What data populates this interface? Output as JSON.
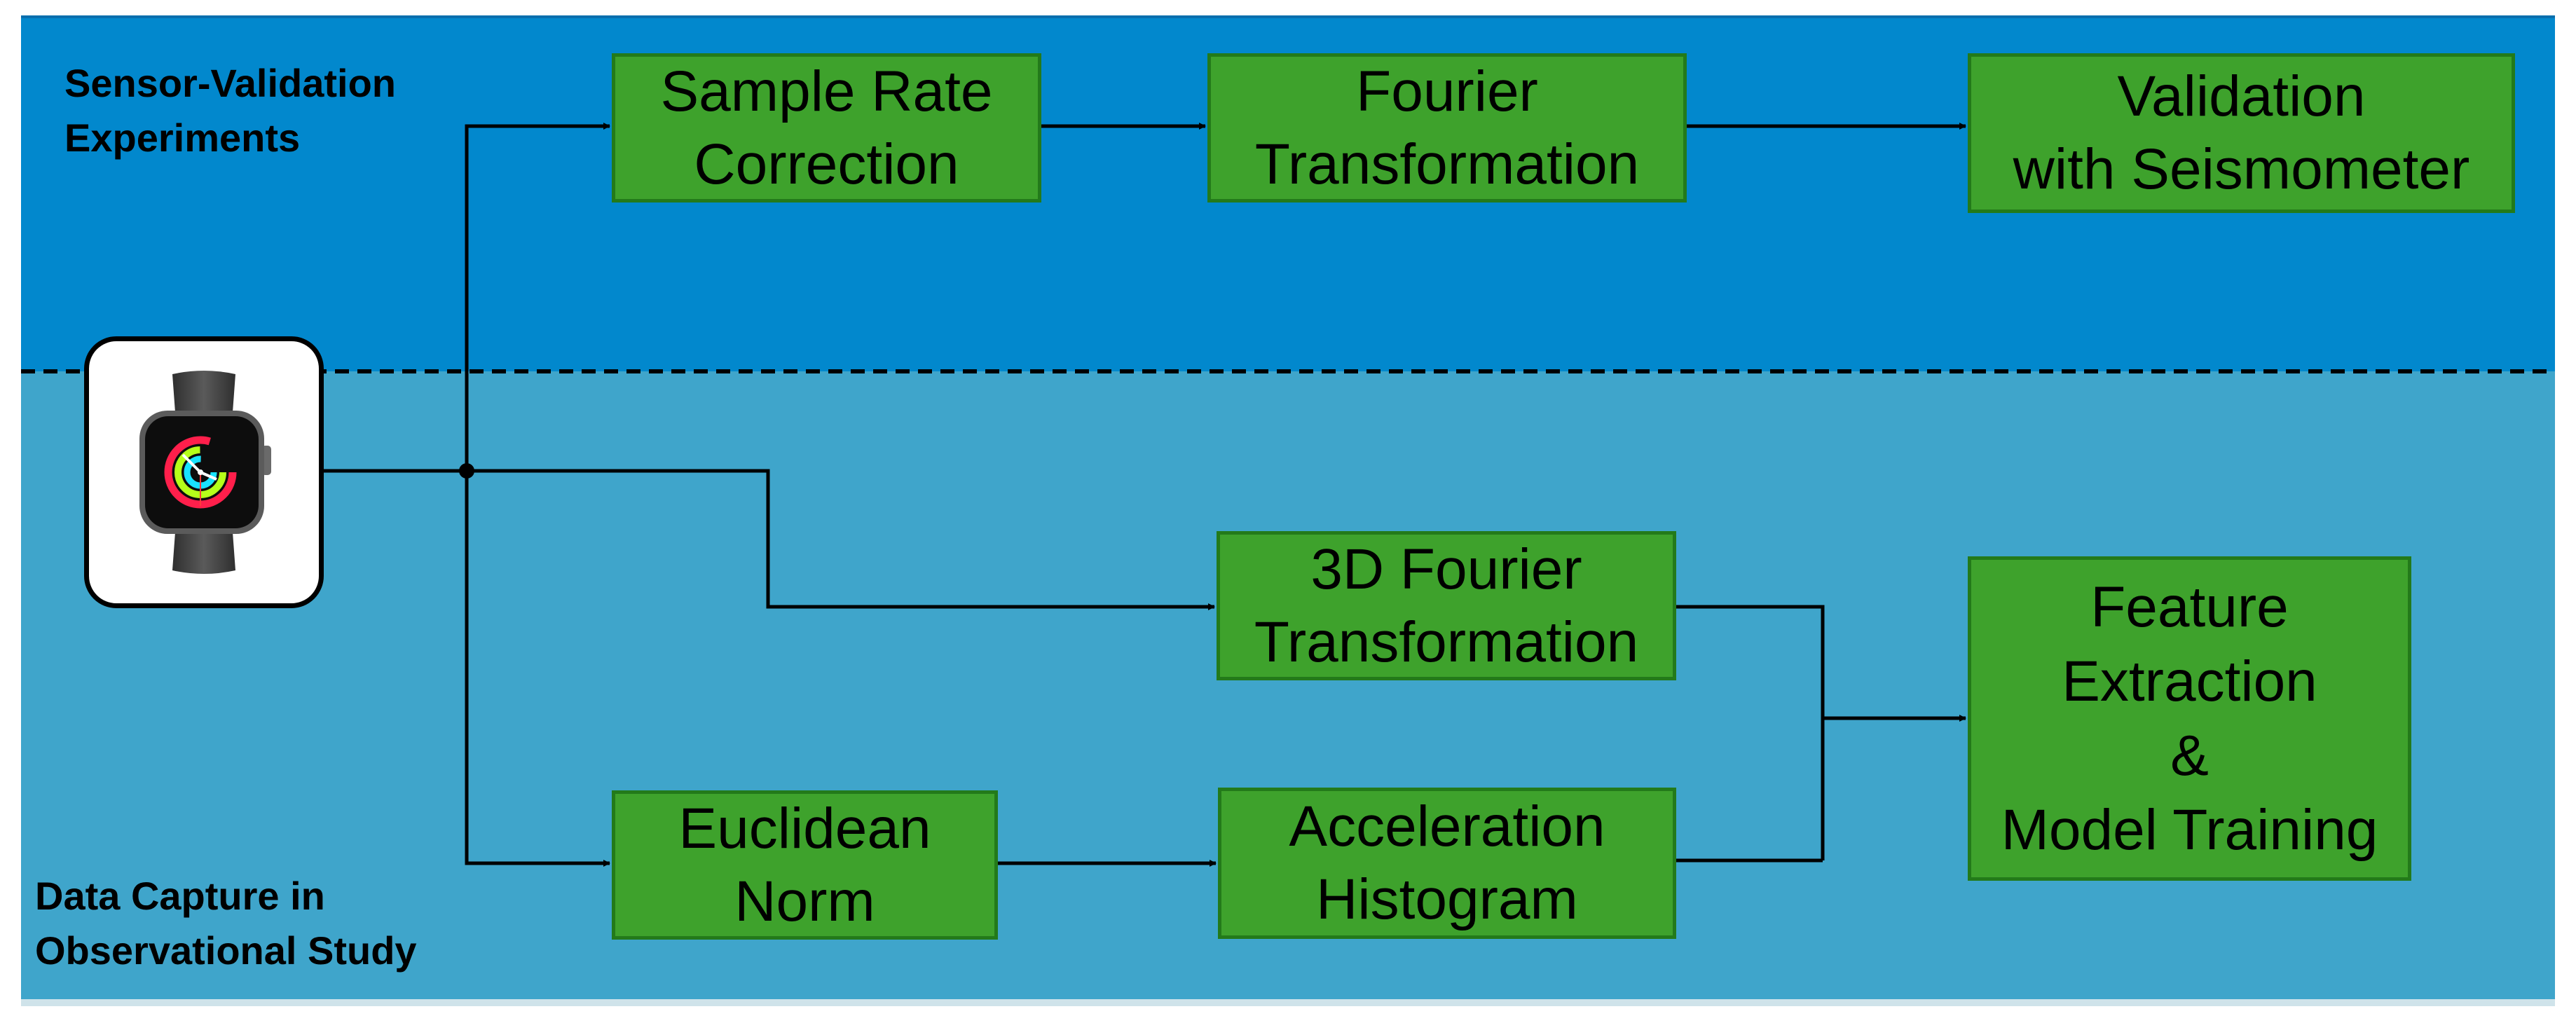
{
  "sections": {
    "top_label": "Sensor-Validation\nExperiments",
    "bottom_label": "Data Capture in\nObservational Study"
  },
  "boxes": {
    "sample_rate": "Sample Rate\nCorrection",
    "fourier": "Fourier\nTransformation",
    "validation": "Validation\nwith Seismometer",
    "fourier3d": "3D Fourier\nTransformation",
    "feature": "Feature\nExtraction\n&\nModel Training",
    "euclidean": "Euclidean\nNorm",
    "histogram": "Acceleration\nHistogram"
  },
  "colors": {
    "top_band": "#0288cd",
    "bottom_band": "#3fa5cb",
    "box_fill": "#3ea22c",
    "box_border": "#237a1a"
  },
  "icons": {
    "device": "smartwatch-icon"
  }
}
